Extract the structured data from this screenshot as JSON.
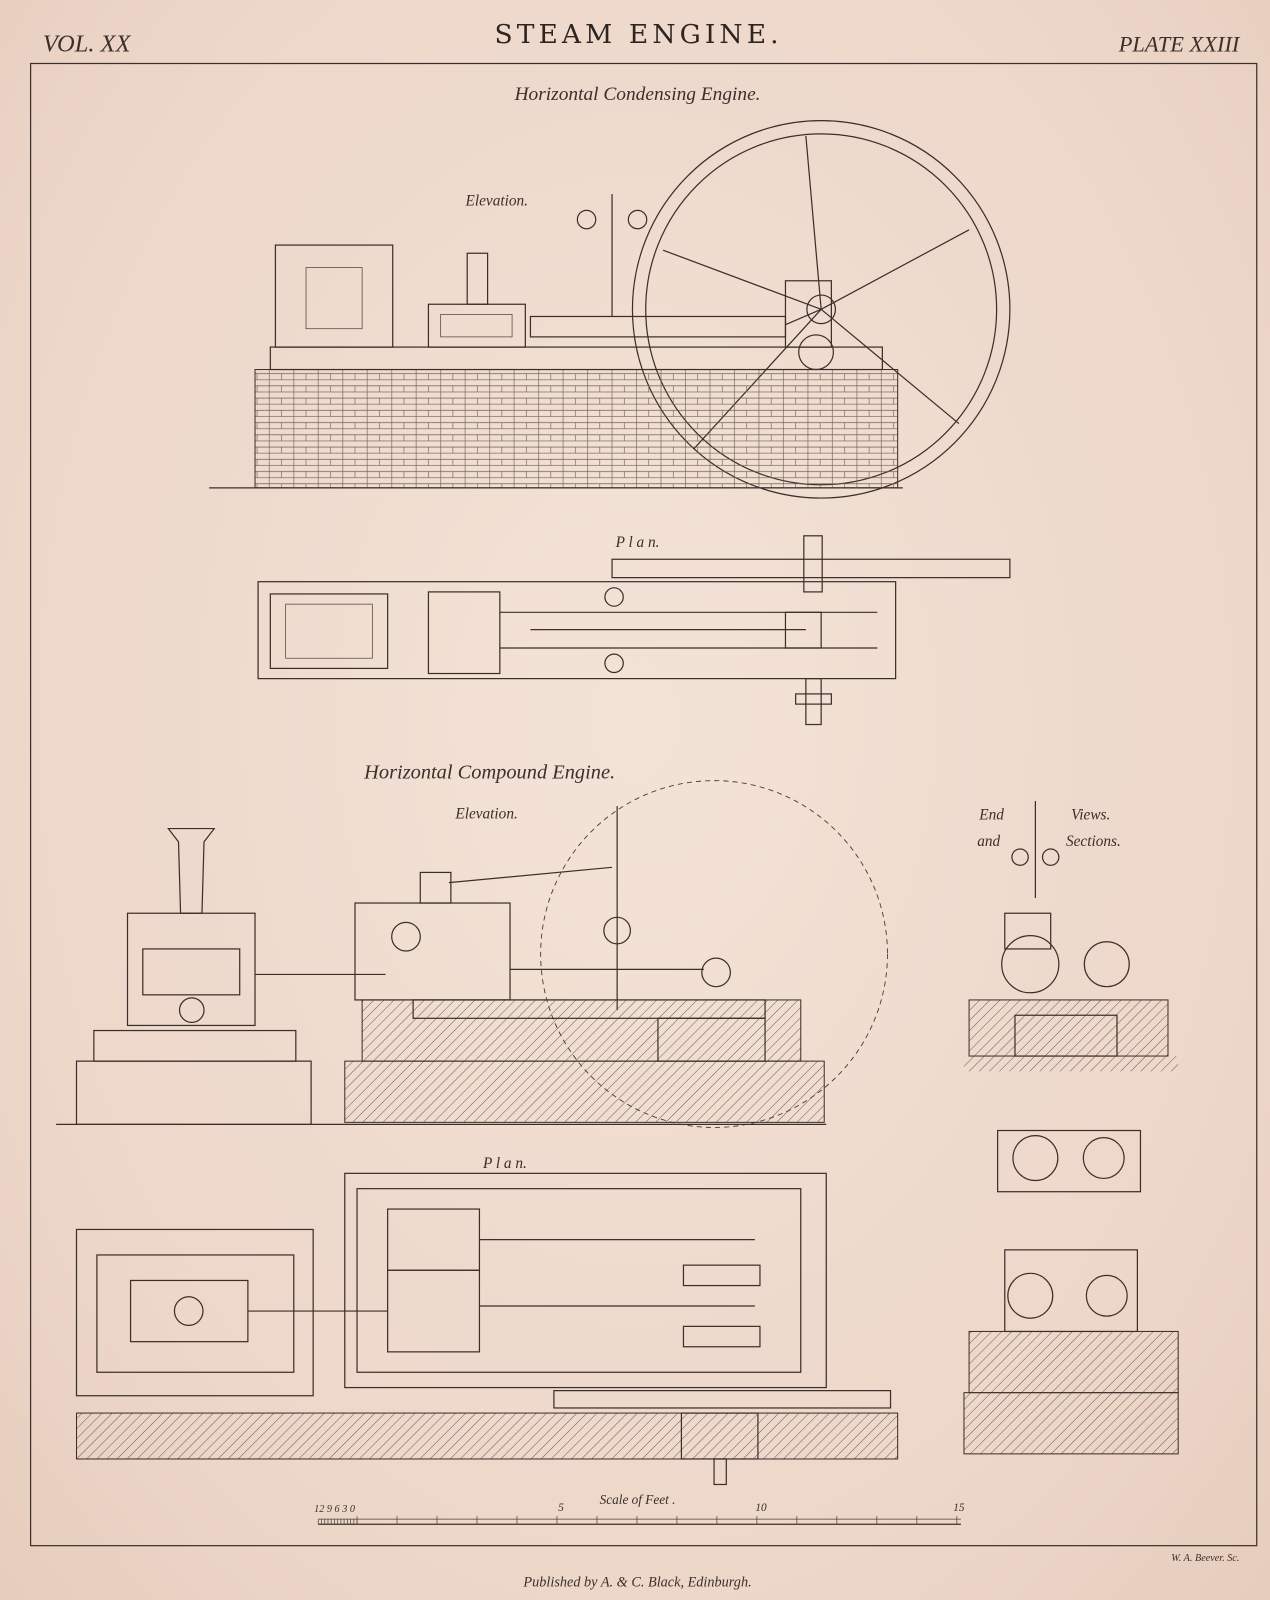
{
  "header": {
    "volume": "VOL. XX",
    "title": "STEAM ENGINE.",
    "plate": "PLATE XXIII"
  },
  "sections": {
    "condensing": {
      "heading": "Horizontal Condensing Engine.",
      "elevation_label": "Elevation.",
      "plan_label": "P l a n."
    },
    "compound": {
      "heading": "Horizontal Compound Engine.",
      "elevation_label": "Elevation.",
      "plan_label": "P l a n.",
      "end_views_label_1": "End",
      "end_views_label_2": "Views.",
      "end_views_label_3": "and",
      "end_views_label_4": "Sections."
    }
  },
  "scale": {
    "title": "Scale of Feet .",
    "inches_label": "12 9 6 3 0",
    "ticks": [
      "5",
      "10",
      "15"
    ]
  },
  "engraver": "W. A. Beever. Sc.",
  "publisher": "Published by A. & C. Black, Edinburgh."
}
